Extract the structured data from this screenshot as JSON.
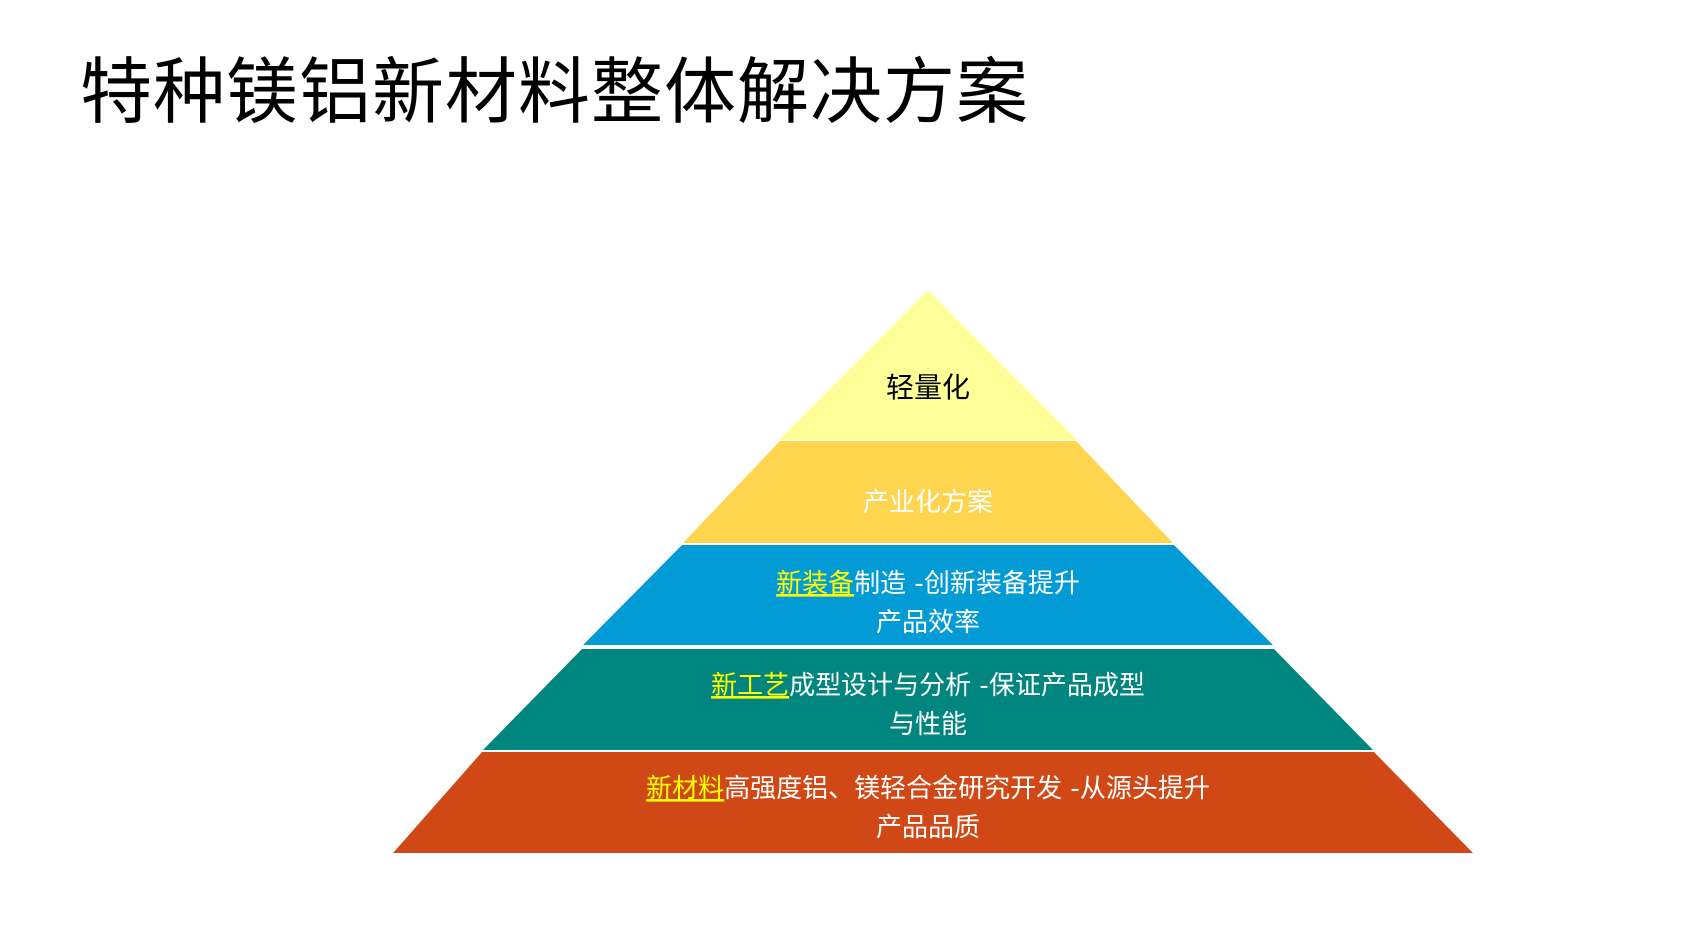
{
  "title": "特种镁铝新材料整体解决方案",
  "colors": {
    "tier1": "#FFFF99",
    "tier2": "#FFD54F",
    "tier3": "#039BD6",
    "tier4": "#00857F",
    "tier5": "#D14817",
    "highlight": "#FFFF00"
  },
  "tiers": [
    {
      "lines": [
        {
          "highlight": "",
          "text": "轻量化"
        }
      ]
    },
    {
      "lines": [
        {
          "highlight": "",
          "text": "产业化方案"
        }
      ]
    },
    {
      "lines": [
        {
          "highlight": "新装备",
          "text": "制造  -创新装备提升"
        },
        {
          "highlight": "",
          "text": "产品效率"
        }
      ]
    },
    {
      "lines": [
        {
          "highlight": "新工艺",
          "text": "成型设计与分析  -保证产品成型"
        },
        {
          "highlight": "",
          "text": "与性能"
        }
      ]
    },
    {
      "lines": [
        {
          "highlight": "新材料",
          "text": "高强度铝、镁轻合金研究开发  -从源头提升"
        },
        {
          "highlight": "",
          "text": "产品品质"
        }
      ]
    }
  ]
}
